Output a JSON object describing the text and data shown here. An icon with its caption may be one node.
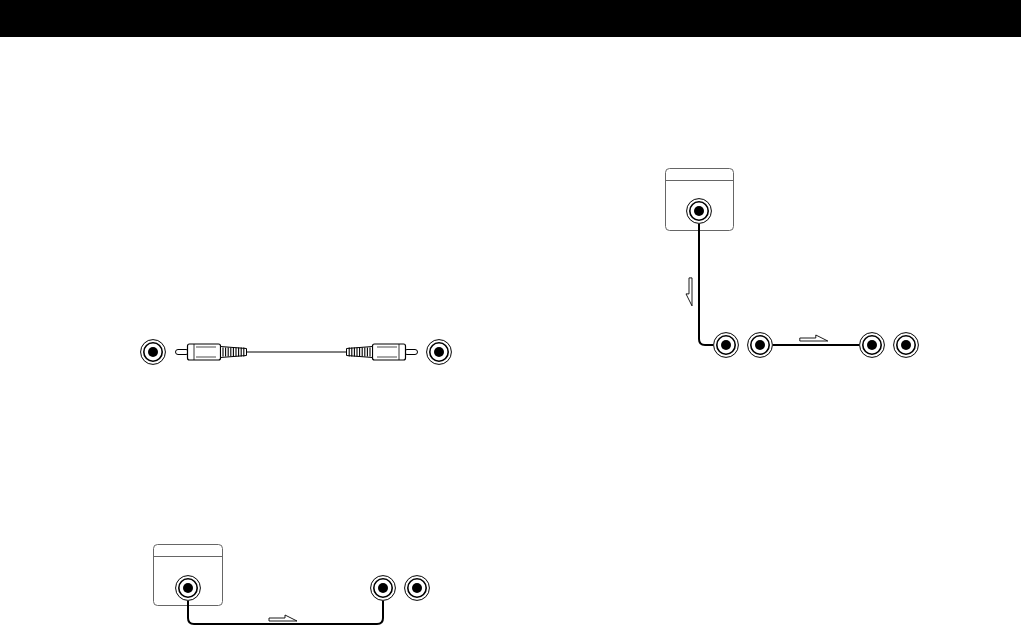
{
  "diagram": {
    "nodes": [
      {
        "text": [],
        "shape": "circle"
      },
      {
        "text": [],
        "shape": "circle"
      },
      {
        "text": [],
        "shape": "box"
      },
      {
        "text": [],
        "shape": "circle",
        "in": 2
      },
      {
        "text": [],
        "shape": "circle"
      },
      {
        "text": [],
        "shape": "circle"
      },
      {
        "text": [],
        "shape": "box"
      },
      {
        "text": [],
        "shape": "circle",
        "in": 6
      },
      {
        "text": [],
        "shape": "circle"
      },
      {
        "text": [],
        "shape": "circle"
      },
      {
        "text": [],
        "shape": "circle"
      },
      {
        "text": [],
        "shape": "circle"
      }
    ],
    "edges": [
      {
        "from": 3,
        "to": 4,
        "arrow": "none"
      },
      {
        "from": 7,
        "to": 8,
        "arrow": "none"
      },
      {
        "from": 9,
        "to": 10,
        "arrow": "none"
      }
    ]
  }
}
